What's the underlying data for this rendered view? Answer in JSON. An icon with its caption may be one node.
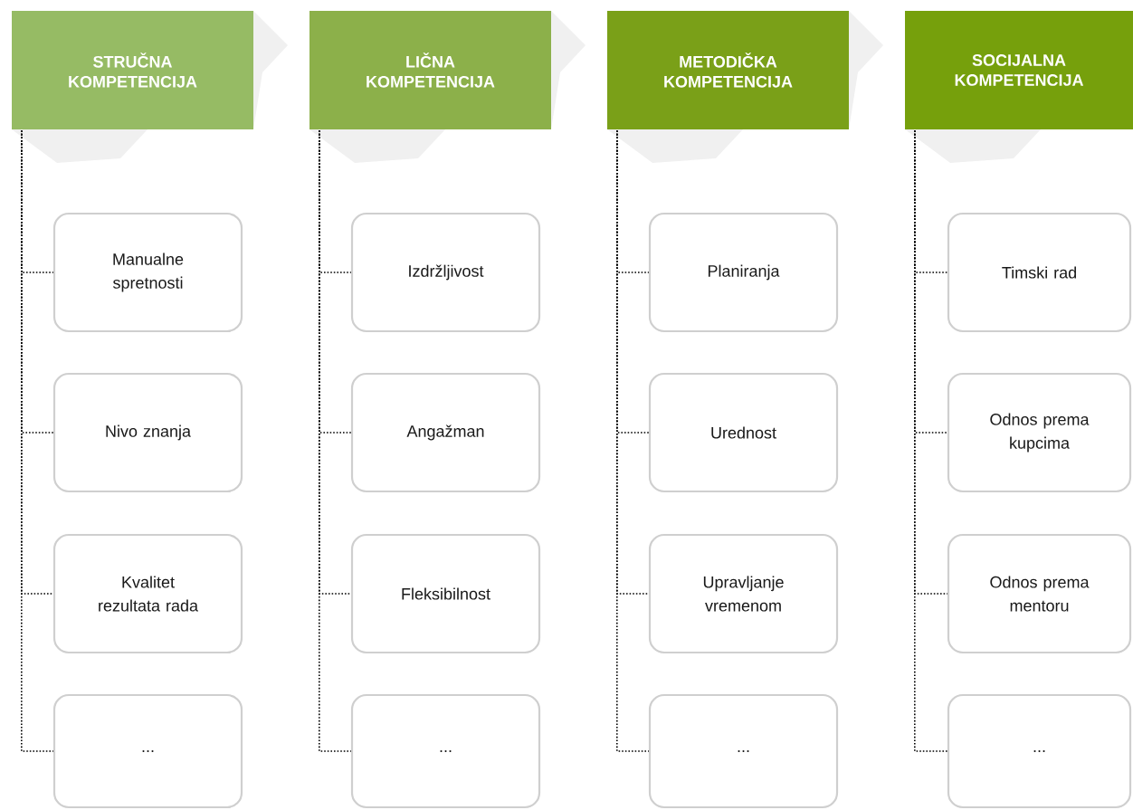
{
  "diagram": {
    "nodes": [
      {
        "text": [
          "STRUČNA KOMPETENCIJA"
        ]
      },
      {
        "text": [
          "Manualne spretnosti"
        ]
      },
      {
        "text": [
          "Nivo znanja"
        ]
      },
      {
        "text": [
          "Kvalitet rezultata rada"
        ]
      },
      {
        "text": [
          "..."
        ]
      },
      {
        "text": [
          "LIČNA KOMPETENCIJA"
        ]
      },
      {
        "text": [
          "Izdržljivost"
        ]
      },
      {
        "text": [
          "Angažman"
        ]
      },
      {
        "text": [
          "Fleksibilnost"
        ]
      },
      {
        "text": [
          "..."
        ]
      },
      {
        "text": [
          "METODIČKA KOMPETENCIJA"
        ]
      },
      {
        "text": [
          "Planiranja"
        ]
      },
      {
        "text": [
          "Urednost"
        ]
      },
      {
        "text": [
          "Upravljanje vremenom"
        ]
      },
      {
        "text": [
          "..."
        ]
      },
      {
        "text": [
          "SOCIJALNA KOMPETENCIJA"
        ]
      },
      {
        "text": [
          "Timski rad"
        ]
      },
      {
        "text": [
          "Odnos prema kupcima"
        ]
      },
      {
        "text": [
          "Odnos prema mentoru"
        ]
      },
      {
        "text": [
          "..."
        ]
      }
    ],
    "edges": [
      {
        "from": 0,
        "to": 1,
        "arrow": "none"
      },
      {
        "from": 0,
        "to": 2,
        "arrow": "none"
      },
      {
        "from": 0,
        "to": 3,
        "arrow": "none"
      },
      {
        "from": 0,
        "to": 4,
        "arrow": "none"
      },
      {
        "from": 5,
        "to": 6,
        "arrow": "none"
      },
      {
        "from": 5,
        "to": 7,
        "arrow": "none"
      },
      {
        "from": 5,
        "to": 8,
        "arrow": "none"
      },
      {
        "from": 5,
        "to": 9,
        "arrow": "none"
      },
      {
        "from": 10,
        "to": 11,
        "arrow": "none"
      },
      {
        "from": 10,
        "to": 12,
        "arrow": "none"
      },
      {
        "from": 10,
        "to": 13,
        "arrow": "none"
      },
      {
        "from": 10,
        "to": 14,
        "arrow": "none"
      },
      {
        "from": 15,
        "to": 16,
        "arrow": "none"
      },
      {
        "from": 15,
        "to": 17,
        "arrow": "none"
      },
      {
        "from": 15,
        "to": 18,
        "arrow": "none"
      },
      {
        "from": 15,
        "to": 19,
        "arrow": "none"
      }
    ]
  }
}
